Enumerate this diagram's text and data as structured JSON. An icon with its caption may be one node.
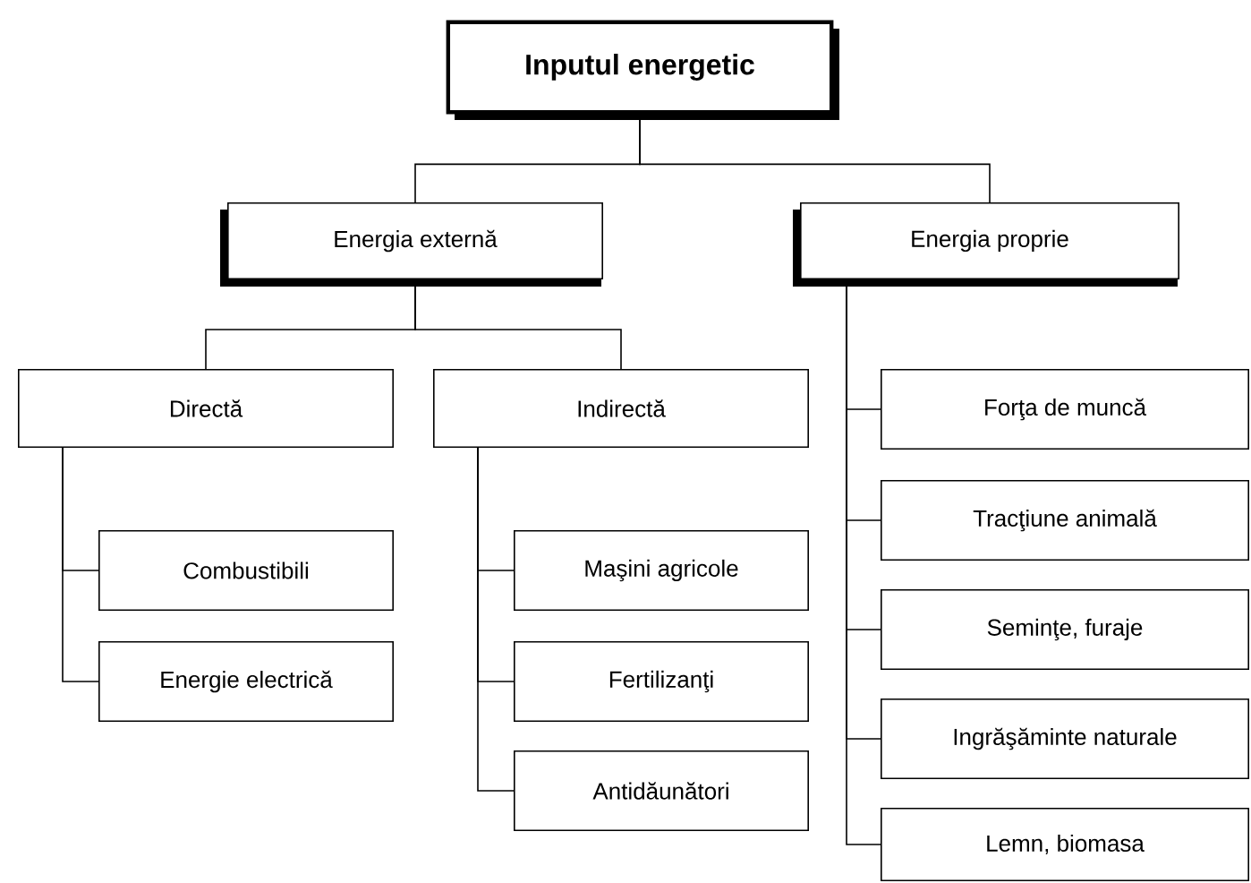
{
  "diagram": {
    "nodes": [
      {
        "text": [
          "Inputul energetic"
        ]
      },
      {
        "text": [
          "Energia externă"
        ]
      },
      {
        "text": [
          "Energia proprie"
        ]
      },
      {
        "text": [
          "Directă"
        ]
      },
      {
        "text": [
          "Indirectă"
        ]
      },
      {
        "text": [
          "Combustibili"
        ]
      },
      {
        "text": [
          "Energie electrică"
        ]
      },
      {
        "text": [
          "Maşini agricole"
        ]
      },
      {
        "text": [
          "Fertilizanţi"
        ]
      },
      {
        "text": [
          "Antidăunători"
        ]
      },
      {
        "text": [
          "Forţa de muncă"
        ]
      },
      {
        "text": [
          "Tracţiune animală"
        ]
      },
      {
        "text": [
          "Seminţe, furaje"
        ]
      },
      {
        "text": [
          "Ingrăşăminte naturale"
        ]
      },
      {
        "text": [
          "Lemn, biomasa"
        ]
      }
    ],
    "edges": [
      {
        "from": 0,
        "to": 1,
        "arrow": "none"
      },
      {
        "from": 0,
        "to": 2,
        "arrow": "none"
      },
      {
        "from": 1,
        "to": 3,
        "arrow": "none"
      },
      {
        "from": 1,
        "to": 4,
        "arrow": "none"
      },
      {
        "from": 3,
        "to": 5,
        "arrow": "none"
      },
      {
        "from": 3,
        "to": 6,
        "arrow": "none"
      },
      {
        "from": 4,
        "to": 7,
        "arrow": "none"
      },
      {
        "from": 4,
        "to": 8,
        "arrow": "none"
      },
      {
        "from": 4,
        "to": 9,
        "arrow": "none"
      },
      {
        "from": 2,
        "to": 10,
        "arrow": "none"
      },
      {
        "from": 2,
        "to": 11,
        "arrow": "none"
      },
      {
        "from": 2,
        "to": 12,
        "arrow": "none"
      },
      {
        "from": 2,
        "to": 13,
        "arrow": "none"
      },
      {
        "from": 2,
        "to": 14,
        "arrow": "none"
      }
    ]
  }
}
